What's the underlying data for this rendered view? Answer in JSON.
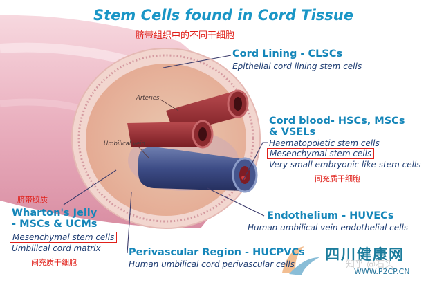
{
  "title": "Stem Cells found in Cord Tissue",
  "title_cn": "脐带组织中的不同干细胞",
  "cord_lining": {
    "heading": "Cord Lining - CLSCs",
    "desc": "Epithelial cord lining stem cells"
  },
  "cord_blood": {
    "heading_1": "Cord blood- HSCs, MSCs",
    "heading_2": "& VSELs",
    "line_1": "Haematopoietic stem cells",
    "line_2": "Mesenchymal stem cells",
    "line_3": "Very small embryonic like stem cells",
    "note_cn": "间充质干细胞"
  },
  "wharton": {
    "label_cn": "脐带胶质",
    "heading_1": "Wharton's Jelly",
    "heading_2": "- MSCs & UCMs",
    "line_1": "Mesenchymal stem cells",
    "line_2": "Umbilical cord matrix",
    "note_cn": "间充质干细胞"
  },
  "endothelium": {
    "heading": "Endothelium - HUVECs",
    "desc": "Human umbilical vein endothelial cells"
  },
  "perivascular": {
    "heading": "Perivascular Region - HUCPVCs",
    "desc": "Human umbilical cord perivascular cells"
  },
  "art_labels": {
    "arteries": "Arteries",
    "umbilical_vein": "Umbilical vein"
  },
  "watermark": {
    "name": "四川健康网",
    "url": "WWW.P2CP.CN",
    "zhihu": "知乎 @石头"
  },
  "colors": {
    "title": "#1a96c6",
    "heading": "#1586b9",
    "desc": "#1f3d72",
    "note": "#e0201a"
  }
}
